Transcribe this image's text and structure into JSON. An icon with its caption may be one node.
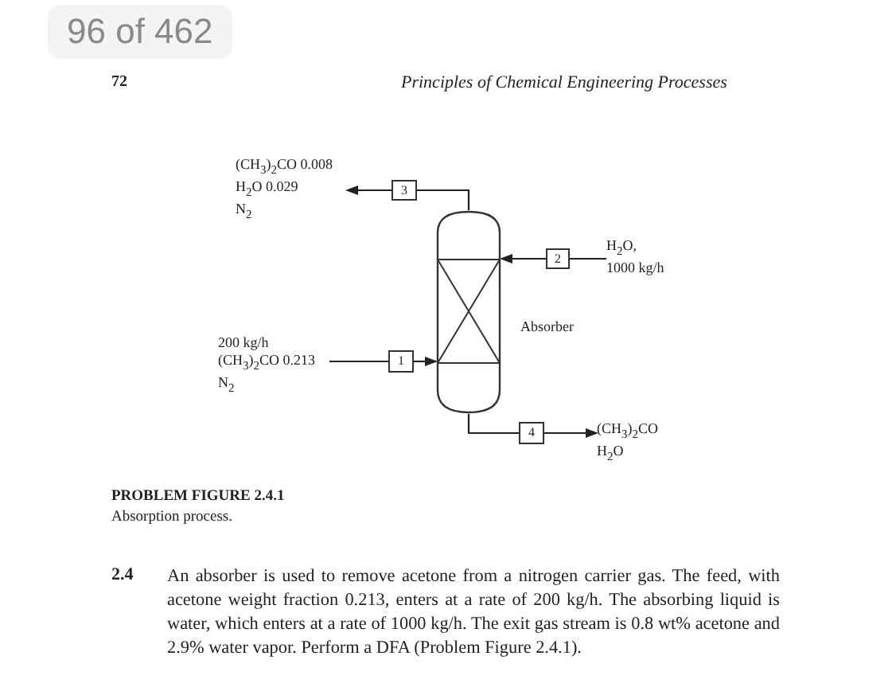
{
  "diagram": {
    "title": "PROBLEM FIGURE 2.4.1",
    "caption": "Absorption process.",
    "nodes": [
      {
        "text": [],
        "shape": "cylinder",
        "beside": [
          "Absorber"
        ]
      },
      {
        "text": [
          "3"
        ]
      },
      {
        "text": [
          "(CH$_{3}$)$_{2}$CO 0.008",
          "H$_{2}$O 0.029",
          "N$_{2}$"
        ]
      },
      {
        "text": [
          "2"
        ]
      },
      {
        "text": [
          "H$_{2}$O,",
          "1000 kg/h"
        ]
      },
      {
        "text": [
          "1"
        ]
      },
      {
        "text": [
          "200 kg/h",
          "(CH$_{3}$)$_{2}$CO 0.213",
          "N$_{2}$"
        ]
      },
      {
        "text": [
          "4"
        ]
      },
      {
        "text": [
          "(CH$_{3}$)$_{2}$CO",
          "H$_{2}$O"
        ]
      }
    ],
    "edges": [
      {
        "from": 0,
        "to": 1,
        "arrow": "none"
      },
      {
        "from": 1,
        "to": 2,
        "arrow": "to"
      },
      {
        "from": 4,
        "to": 3,
        "arrow": "none"
      },
      {
        "from": 3,
        "to": 0,
        "arrow": "to"
      },
      {
        "from": 6,
        "to": 5,
        "arrow": "none"
      },
      {
        "from": 5,
        "to": 0,
        "arrow": "to"
      },
      {
        "from": 0,
        "to": 7,
        "arrow": "none"
      },
      {
        "from": 7,
        "to": 8,
        "arrow": "to"
      }
    ],
    "labels": [
      "96 of 462",
      "72",
      "Principles of Chemical Engineering Processes",
      "2.4",
      "An absorber is used to remove acetone from a nitrogen carrier gas. The feed, with acetone weight fraction 0.213, enters at a rate of 200 kg/h. The absorbing liquid is water, which enters at a rate of 1000 kg/h. The exit gas stream is 0.8 wt% acetone and 2.9% water vapor. Perform a DFA (Problem Figure 2.4.1)."
    ]
  }
}
